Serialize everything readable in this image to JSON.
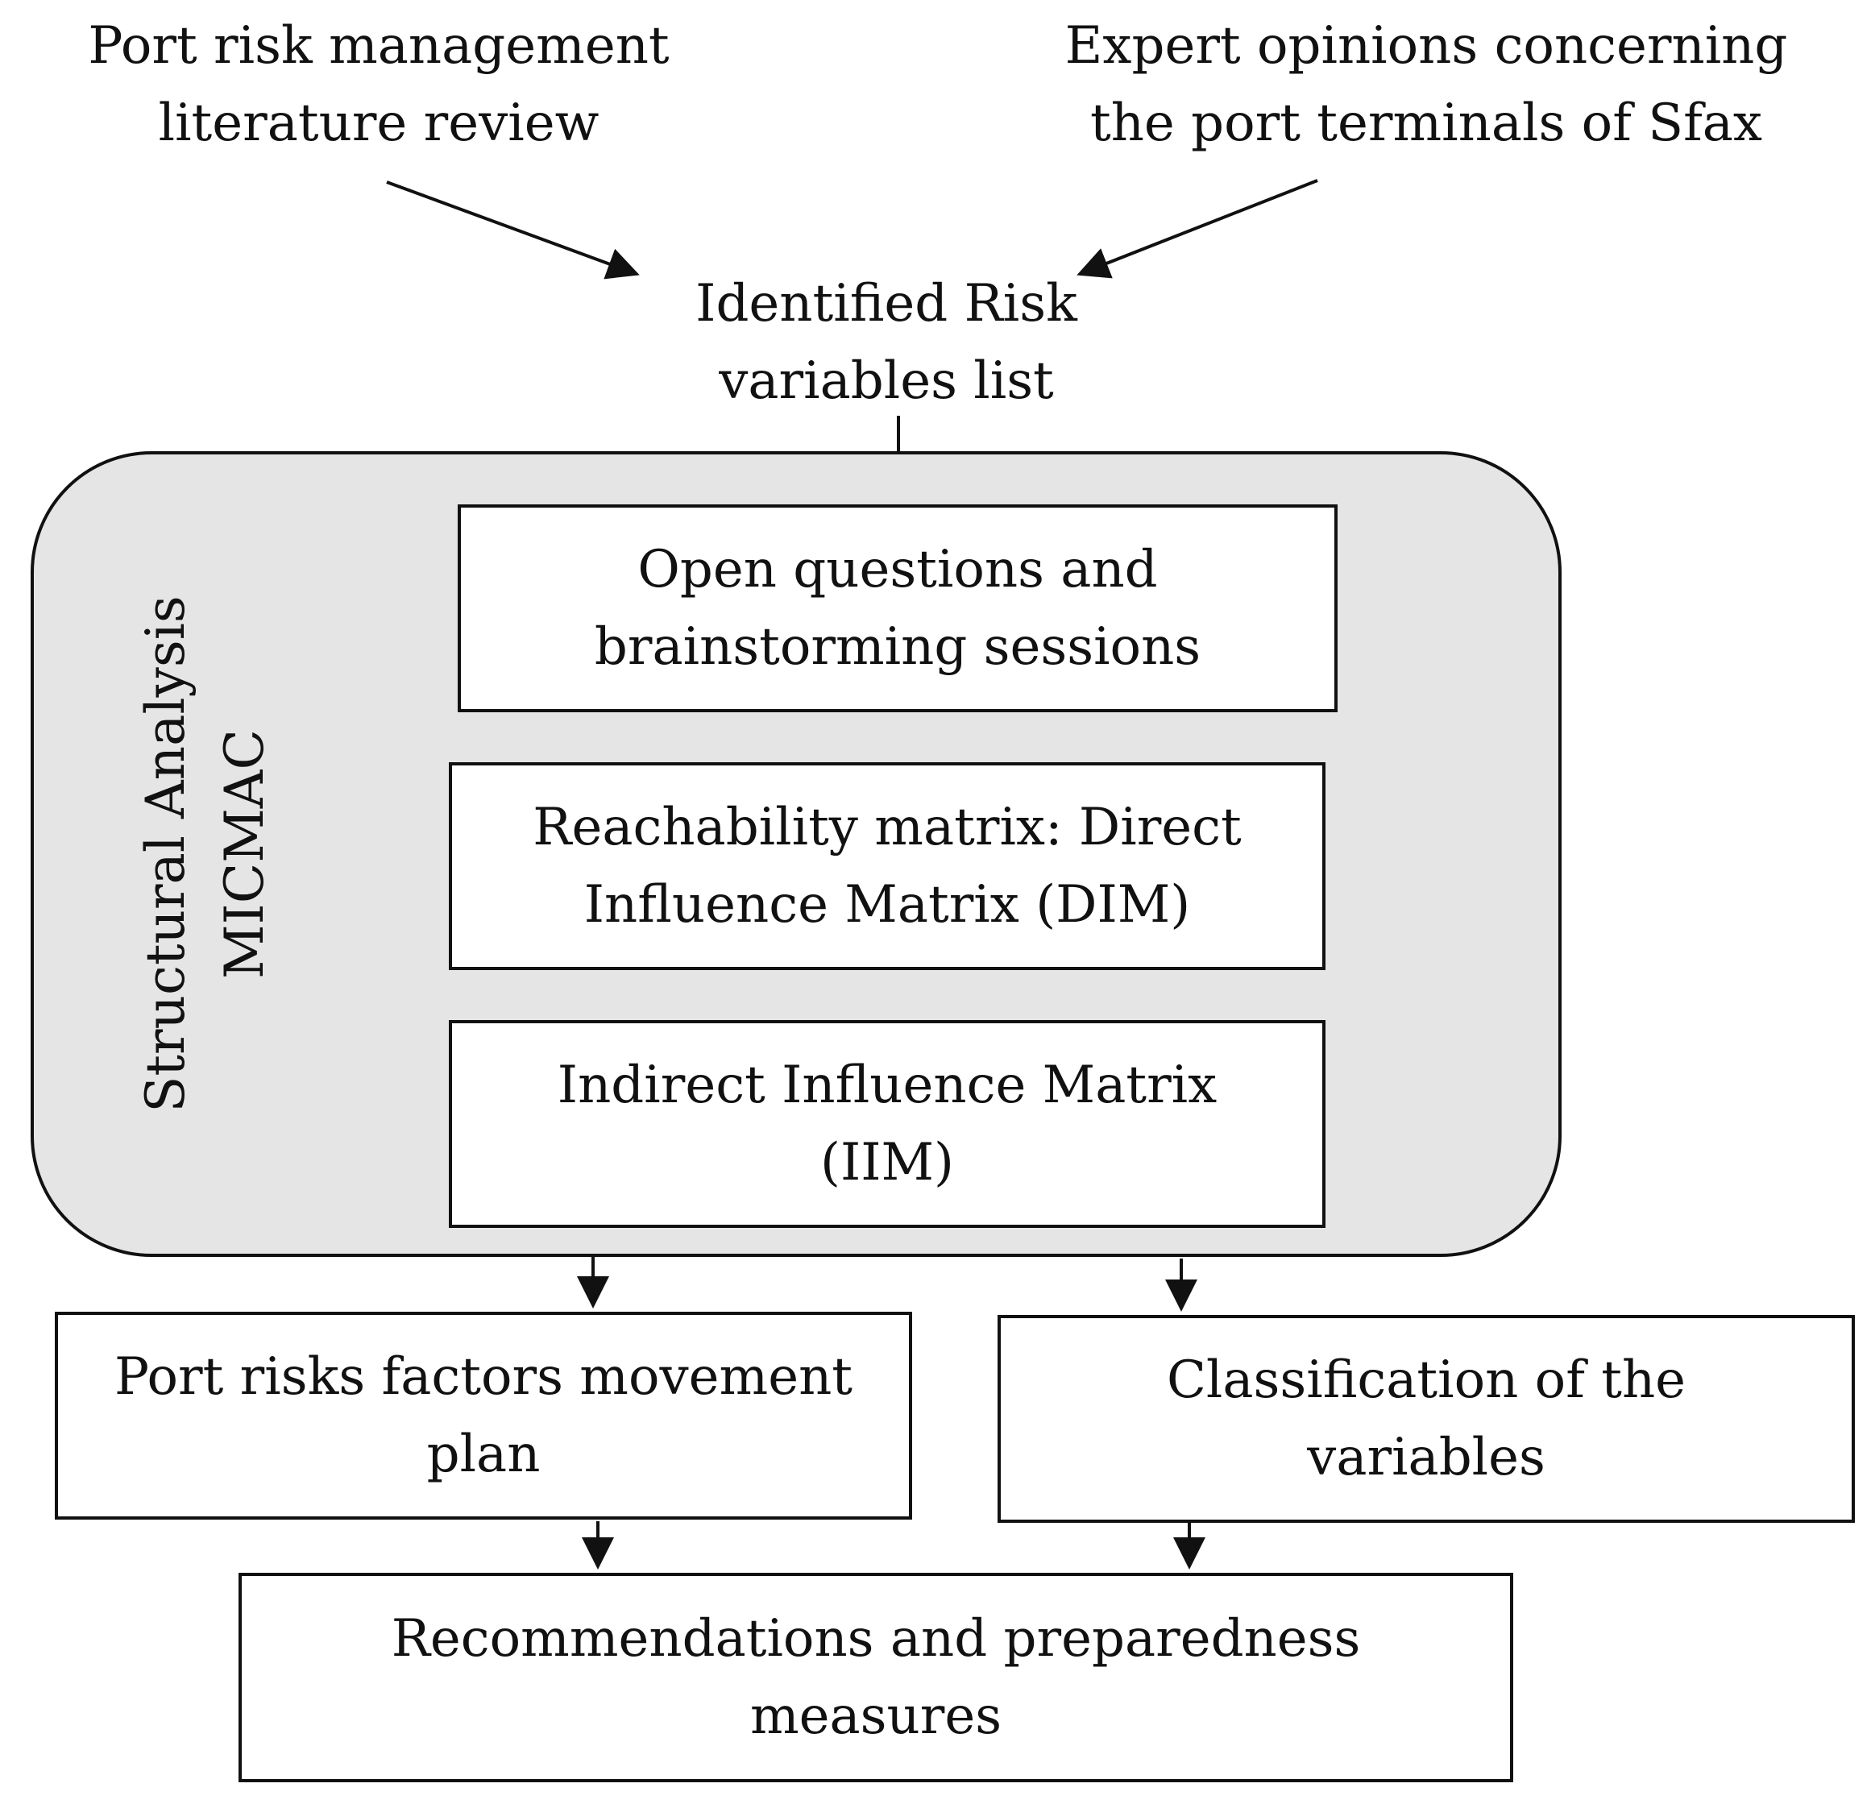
{
  "sources": {
    "literature": "Port risk management\nliterature review",
    "experts": "Expert opinions concerning\nthe port terminals of Sfax"
  },
  "identified_list": "Identified Risk\nvariables list",
  "micmac": {
    "label_line1": "Structural Analysis",
    "label_line2": "MICMAC",
    "steps": [
      "Open questions and\nbrainstorming sessions",
      "Reachability matrix: Direct\nInfluence Matrix (DIM)",
      "Indirect Influence Matrix\n(IIM)"
    ]
  },
  "outputs": {
    "movement_plan": "Port risks factors movement\nplan",
    "classification": "Classification of the\nvariables"
  },
  "final": "Recommendations and preparedness\nmeasures"
}
